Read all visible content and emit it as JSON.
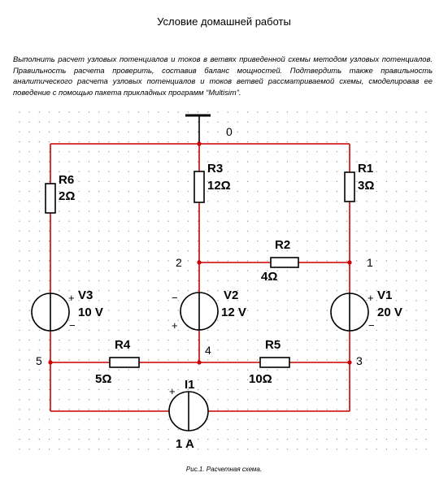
{
  "header": {
    "title": "Условие домашней работы",
    "task_text": "Выполнить расчет узловых потенциалов и токов в ветвях приведенной схемы методом узловых потенциалов. Правильность расчета проверить, составив баланс мощностей. Подтвердить также правильность аналитического расчета узловых потенциалов и токов ветвей рассматриваемой схемы, смоделировав ее поведение с помощью пакета прикладных программ “Multisim”."
  },
  "circuit": {
    "colors": {
      "wire": "#cc0000",
      "component": "#000000",
      "grid_dot": "#9a9a9a"
    },
    "nodes": {
      "n0": "0",
      "n1": "1",
      "n2": "2",
      "n3": "3",
      "n4": "4",
      "n5": "5"
    },
    "resistors": {
      "R1": {
        "name": "R1",
        "value": "3Ω"
      },
      "R2": {
        "name": "R2",
        "value": "4Ω"
      },
      "R3": {
        "name": "R3",
        "value": "12Ω"
      },
      "R4": {
        "name": "R4",
        "value": "5Ω"
      },
      "R5": {
        "name": "R5",
        "value": "10Ω"
      },
      "R6": {
        "name": "R6",
        "value": "2Ω"
      }
    },
    "sources": {
      "V1": {
        "name": "V1",
        "value": "20 V"
      },
      "V2": {
        "name": "V2",
        "value": "12 V"
      },
      "V3": {
        "name": "V3",
        "value": "10 V"
      },
      "I1": {
        "name": "I1",
        "value": "1 A"
      }
    },
    "polarity": {
      "plus": "+",
      "minus": "−"
    }
  },
  "caption": "Рис.1. Расчетная схема."
}
